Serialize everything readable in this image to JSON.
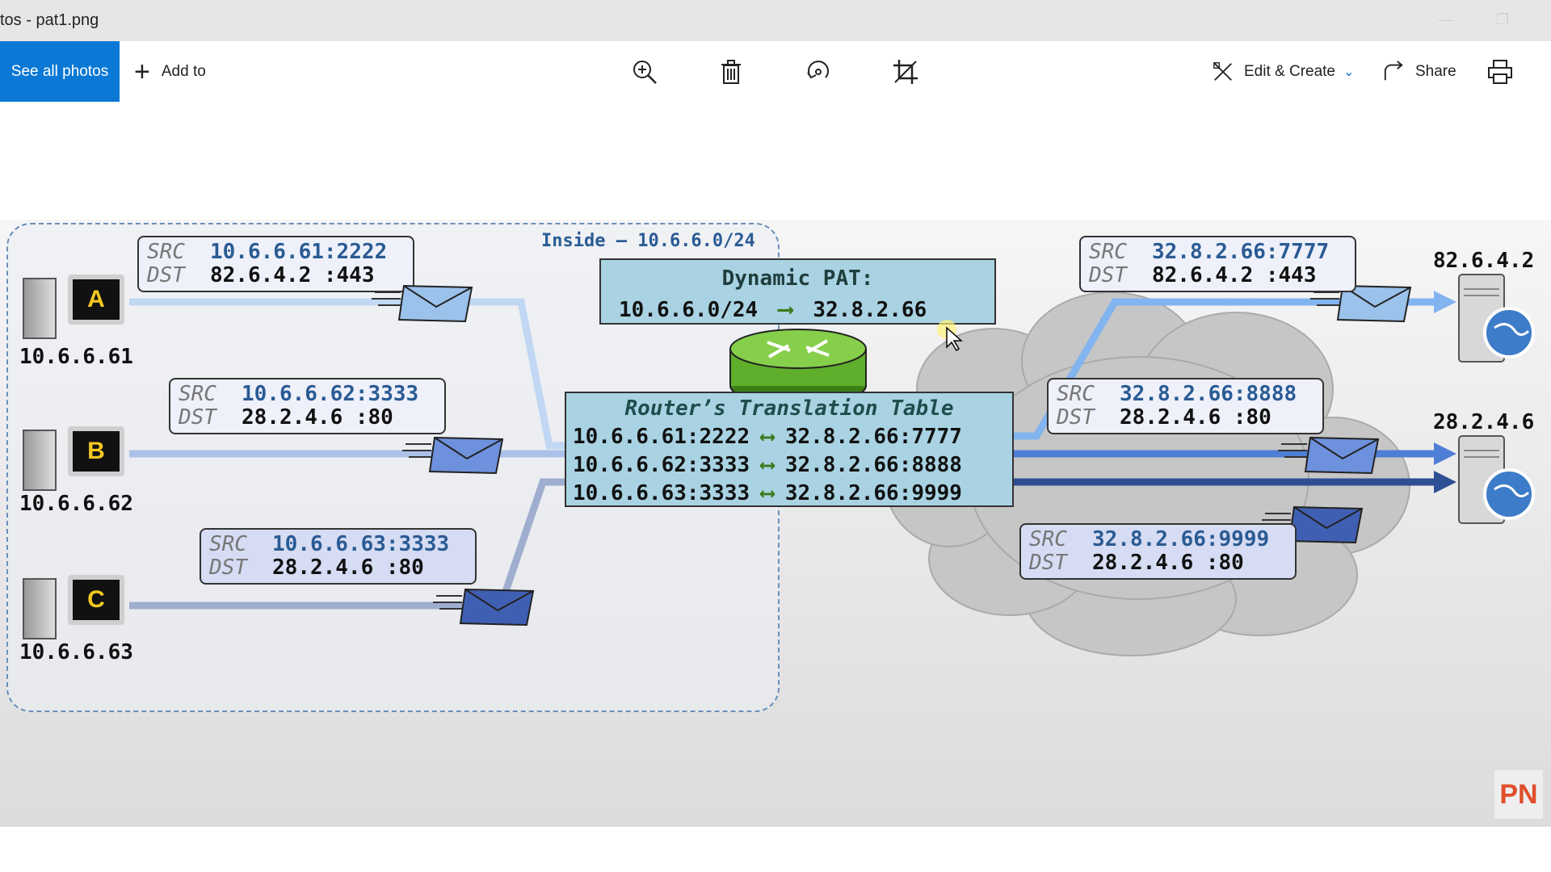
{
  "window": {
    "title": "tos - pat1.png"
  },
  "toolbar": {
    "see_all": "See all photos",
    "add_to": "Add to",
    "edit_create": "Edit & Create",
    "share": "Share",
    "icons": [
      "zoom-in-icon",
      "delete-icon",
      "rotate-icon",
      "crop-icon",
      "print-icon"
    ]
  },
  "diagram": {
    "inside_label": "Inside – 10.6.6.0/24",
    "pat_title": "Dynamic PAT:",
    "pat_from": "10.6.6.0/24",
    "pat_to": "32.8.2.66",
    "table_title": "Router’s Translation Table",
    "table_rows": [
      {
        "inside": "10.6.6.61:2222",
        "outside": "32.8.2.66:7777"
      },
      {
        "inside": "10.6.6.62:3333",
        "outside": "32.8.2.66:8888"
      },
      {
        "inside": "10.6.6.63:3333",
        "outside": "32.8.2.66:9999"
      }
    ],
    "hosts": [
      {
        "letter": "A",
        "ip": "10.6.6.61"
      },
      {
        "letter": "B",
        "ip": "10.6.6.62"
      },
      {
        "letter": "C",
        "ip": "10.6.6.63"
      }
    ],
    "servers": [
      {
        "ip": "82.6.4.2"
      },
      {
        "ip": "28.2.4.6"
      }
    ],
    "src_label": "SRC",
    "dst_label": "DST",
    "inside_packets": [
      {
        "src_ip": "10.6.6.61",
        "src_port": ":2222",
        "dst": "82.6.4.2 :443"
      },
      {
        "src_ip": "10.6.6.62",
        "src_port": ":3333",
        "dst": "28.2.4.6 :80"
      },
      {
        "src_ip": "10.6.6.63",
        "src_port": ":3333",
        "dst": "28.2.4.6 :80"
      }
    ],
    "outside_packets": [
      {
        "src": "32.8.2.66:7777",
        "dst": "82.6.4.2 :443"
      },
      {
        "src": "32.8.2.66:8888",
        "dst": "28.2.4.6 :80"
      },
      {
        "src": "32.8.2.66:9999",
        "dst": "28.2.4.6 :80"
      }
    ],
    "watermark": "PN",
    "colors": {
      "inside_link": "#7fb2ee",
      "dark_link": "#2f4f94",
      "envelope": "#6c8fd6",
      "router": "#5fae2c",
      "accent": "#0a78d4"
    }
  }
}
